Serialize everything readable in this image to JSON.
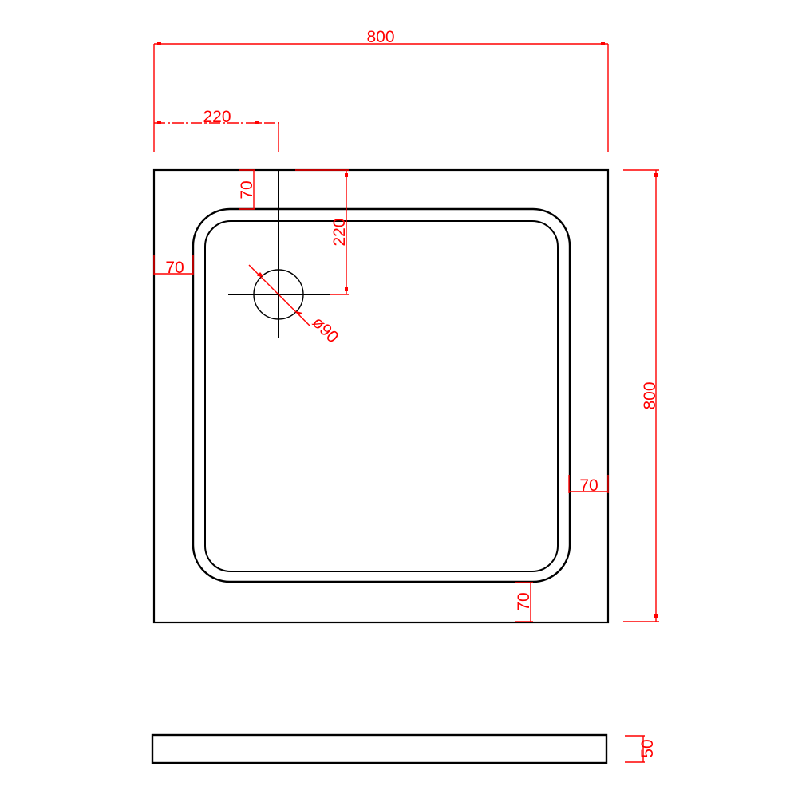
{
  "drawing": {
    "type": "shower tray technical drawing",
    "colors": {
      "outline": "#000000",
      "dimension": "#ff0000",
      "background": "#ffffff"
    },
    "plan_view": {
      "overall_width": {
        "label": "800"
      },
      "overall_depth": {
        "label": "800"
      },
      "drain_offset_x": {
        "label": "220"
      },
      "drain_offset_y": {
        "label": "220"
      },
      "rim_top": {
        "label": "70"
      },
      "rim_left": {
        "label": "70"
      },
      "rim_right": {
        "label": "70"
      },
      "rim_bottom": {
        "label": "70"
      },
      "drain_diameter": {
        "label": "ø90"
      }
    },
    "side_view": {
      "height": {
        "label": "50"
      }
    }
  }
}
